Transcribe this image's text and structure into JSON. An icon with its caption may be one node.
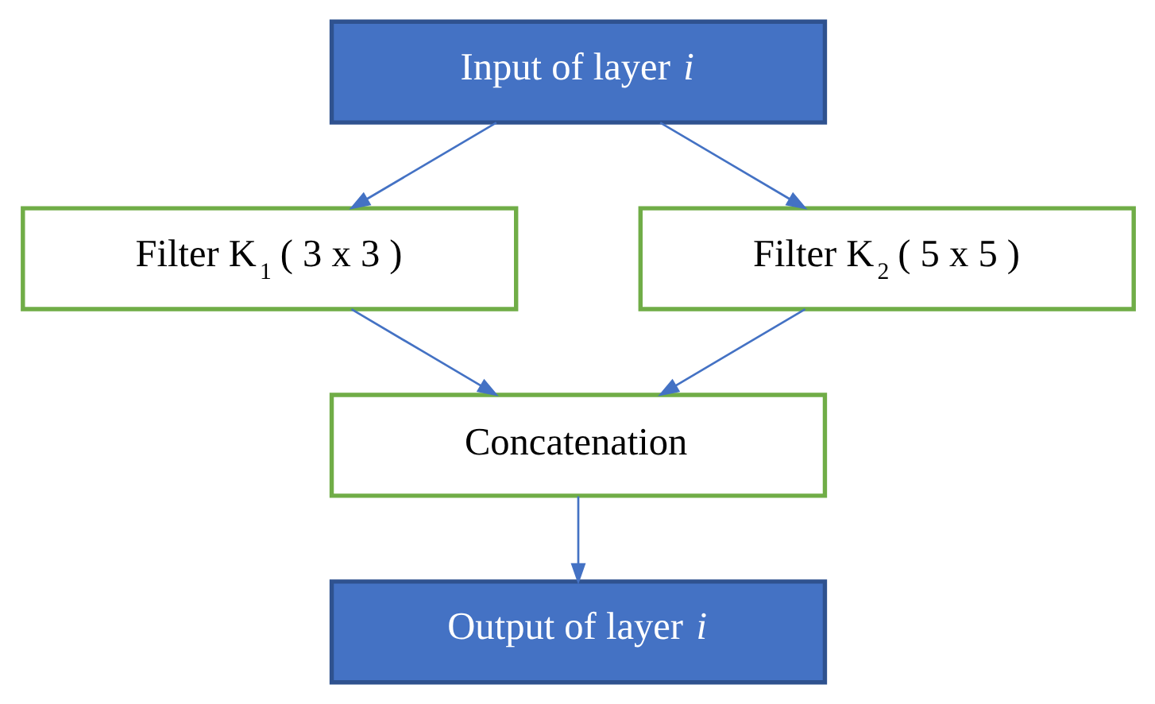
{
  "diagram": {
    "nodes": [
      {
        "text": [
          "Input of layer *i*"
        ]
      },
      {
        "text": [
          "Filter K$_{1}$ ( 3 x 3 )"
        ]
      },
      {
        "text": [
          "Filter K$_{2}$ ( 5 x 5 )"
        ]
      },
      {
        "text": [
          "Concatenation"
        ]
      },
      {
        "text": [
          "Output of layer *i*"
        ]
      }
    ],
    "edges": [
      {
        "from": 0,
        "to": 1,
        "arrow": "to"
      },
      {
        "from": 0,
        "to": 2,
        "arrow": "to"
      },
      {
        "from": 1,
        "to": 3,
        "arrow": "to"
      },
      {
        "from": 2,
        "to": 3,
        "arrow": "to"
      },
      {
        "from": 3,
        "to": 4,
        "arrow": "to"
      }
    ]
  }
}
